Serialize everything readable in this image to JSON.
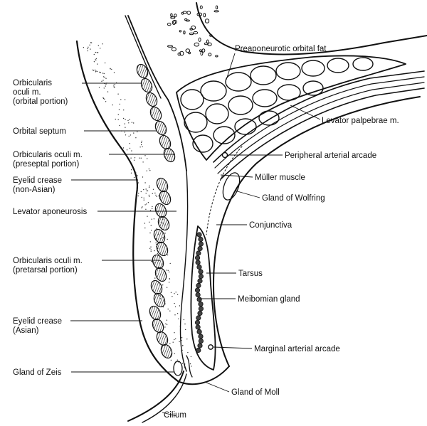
{
  "labels": {
    "orbicularis_orbital": [
      "Orbicularis",
      "oculi m.",
      "(orbital portion)"
    ],
    "orbital_septum": [
      "Orbital septum"
    ],
    "orbicularis_preseptal": [
      "Orbicularis oculi m.",
      "(preseptal portion)"
    ],
    "crease_non_asian": [
      "Eyelid crease",
      "(non-Asian)"
    ],
    "levator_aponeurosis": [
      "Levator aponeurosis"
    ],
    "orbicularis_pretarsal": [
      "Orbicularis oculi m.",
      "(pretarsal portion)"
    ],
    "crease_asian": [
      "Eyelid crease",
      "(Asian)"
    ],
    "gland_zeis": [
      "Gland of Zeis"
    ],
    "cilium": [
      "Cilium"
    ],
    "preaponeurotic_fat": [
      "Preaponeurotic orbital fat"
    ],
    "levator_palpebrae": [
      "Levator palpebrae m."
    ],
    "peripheral_arcade": [
      "Peripheral arterial arcade"
    ],
    "muller_muscle": [
      "Müller muscle"
    ],
    "gland_wolfring": [
      "Gland of Wolfring"
    ],
    "conjunctiva": [
      "Conjunctiva"
    ],
    "tarsus": [
      "Tarsus"
    ],
    "meibomian_gland": [
      "Meibomian gland"
    ],
    "marginal_arcade": [
      "Marginal arterial arcade"
    ],
    "gland_moll": [
      "Gland of Moll"
    ]
  }
}
